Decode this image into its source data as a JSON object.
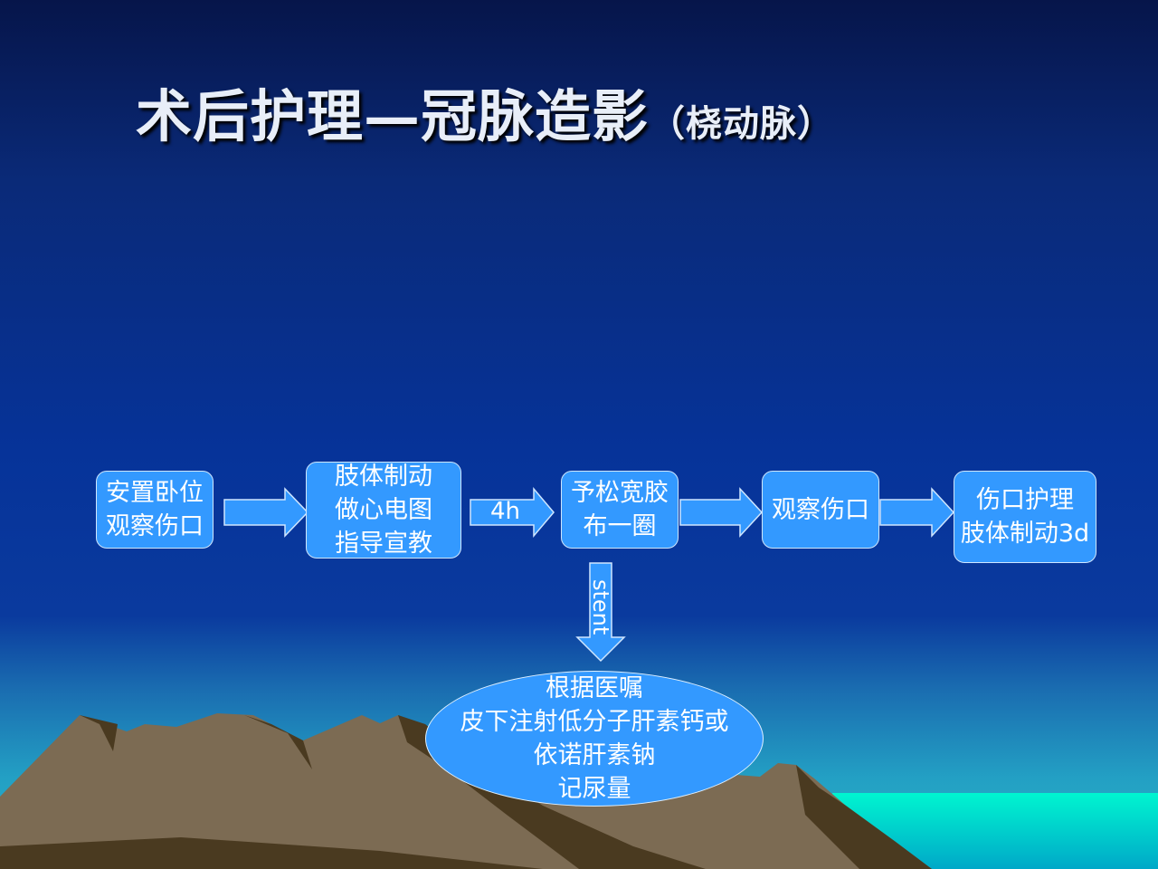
{
  "title": {
    "main": "术后护理—冠脉造影",
    "sub": "（桡动脉）"
  },
  "flow": {
    "step1": [
      "安置卧位",
      "观察伤口"
    ],
    "step2": [
      "肢体制动",
      "做心电图",
      "指导宣教"
    ],
    "arrow2_label": "4h",
    "step3": [
      "予松宽胶",
      "布一圈"
    ],
    "step4": [
      "观察伤口"
    ],
    "step5": [
      "伤口护理",
      "肢体制动3d"
    ],
    "down_arrow_label": "stent",
    "ellipse": [
      "根据医嘱",
      "皮下注射低分子肝素钙或",
      "依诺肝素钠",
      "记尿量"
    ]
  },
  "colors": {
    "box": "#3399ff",
    "sky": "#063399",
    "mountain": "#7a6a52",
    "sea": "#00f0d0"
  }
}
